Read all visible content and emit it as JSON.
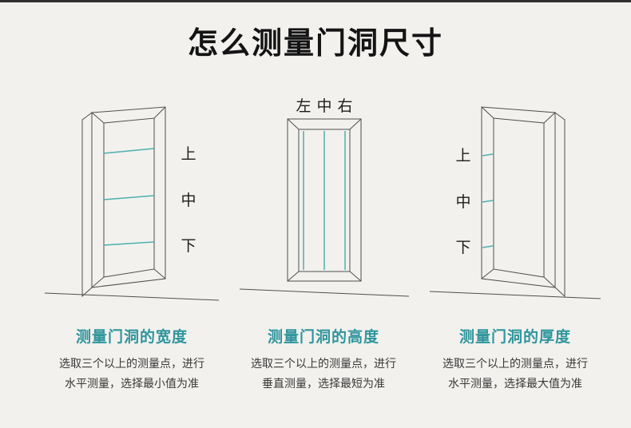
{
  "page": {
    "title": "怎么测量门洞尺寸",
    "background": "#f2f1ee",
    "accent": "#2f959c",
    "measure_line_color": "#4cb0ac",
    "top_bar_color": "#303030"
  },
  "sections": [
    {
      "key": "width",
      "labels": [
        "上",
        "中",
        "下"
      ],
      "subtitle": "测量门洞的宽度",
      "desc": [
        "选取三个以上的测量点，进行",
        "水平测量，选择最小值为准"
      ]
    },
    {
      "key": "height",
      "labels": [
        "左",
        "中",
        "右"
      ],
      "subtitle": "测量门洞的高度",
      "desc": [
        "选取三个以上的测量点，进行",
        "垂直测量，选择最短为准"
      ]
    },
    {
      "key": "thickness",
      "labels": [
        "上",
        "中",
        "下"
      ],
      "subtitle": "测量门洞的厚度",
      "desc": [
        "选取三个以上的测量点，进行",
        "水平测量，选择最大值为准"
      ]
    }
  ]
}
